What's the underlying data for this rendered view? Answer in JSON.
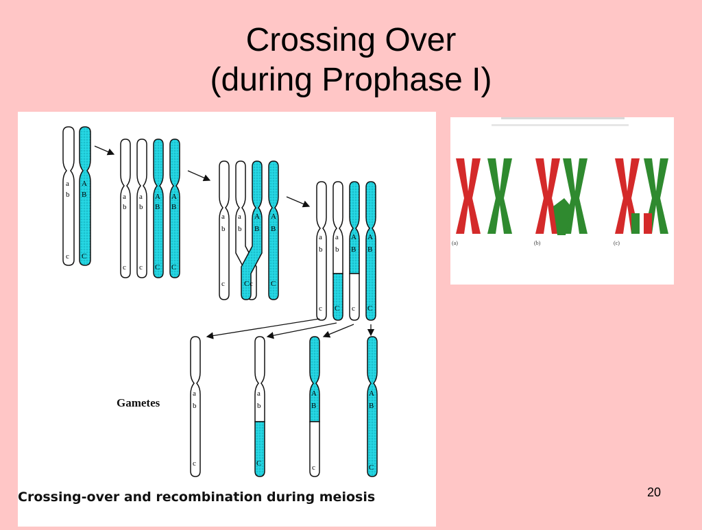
{
  "slide": {
    "title_line1": "Crossing Over",
    "title_line2": "(during Prophase I)",
    "slide_number": "20"
  },
  "left_figure": {
    "caption": "Crossing-over and recombination  during meiosis",
    "gametes_label": "Gametes",
    "colors": {
      "cyan": "#22d3e0",
      "white": "#ffffff",
      "outline": "#111111"
    },
    "gene_labels_lower": [
      "a",
      "b",
      "c"
    ],
    "gene_labels_upper": [
      "A",
      "B",
      "C"
    ]
  },
  "right_figure": {
    "panel_labels": [
      "(a)",
      "(b)",
      "(c)"
    ],
    "colors": {
      "red": "#d42a2a",
      "green": "#2f8a2f"
    }
  }
}
